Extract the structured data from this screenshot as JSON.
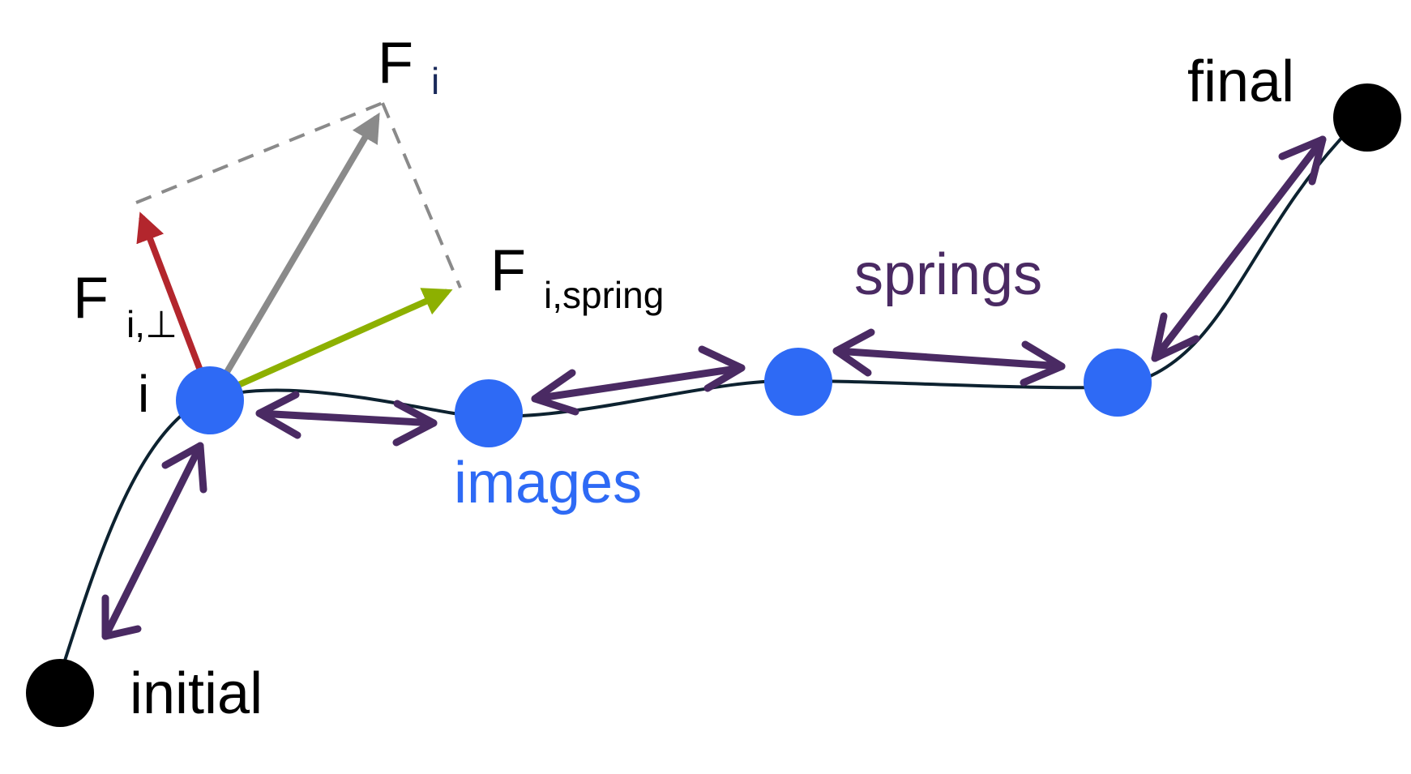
{
  "labels": {
    "initial": "initial",
    "final": "final",
    "images": "images",
    "springs": "springs",
    "image_index": "i",
    "force_total": {
      "main": "F",
      "sub": "i"
    },
    "force_spring": {
      "main": "F",
      "sub": "i,spring"
    },
    "force_perp": {
      "main": "F",
      "sub": "i,⊥"
    }
  },
  "colors": {
    "path": "#0d2230",
    "endpoint": "#000000",
    "image": "#2e6af5",
    "spring": "#4a2a63",
    "force_total": "#8a8a8a",
    "force_spring": "#8db000",
    "force_perp": "#b3262d",
    "text": "#000000"
  }
}
